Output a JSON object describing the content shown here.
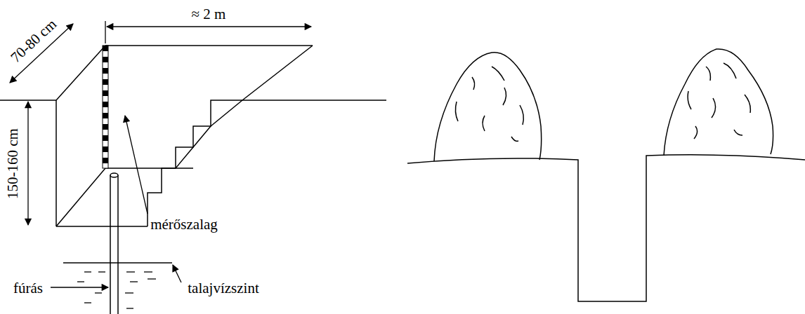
{
  "diagram": {
    "labels": [
      "≈ 2 m",
      "70-80 cm",
      "150-160 cm",
      "mérőszalag",
      "fúrás",
      "talajvízszint"
    ]
  }
}
